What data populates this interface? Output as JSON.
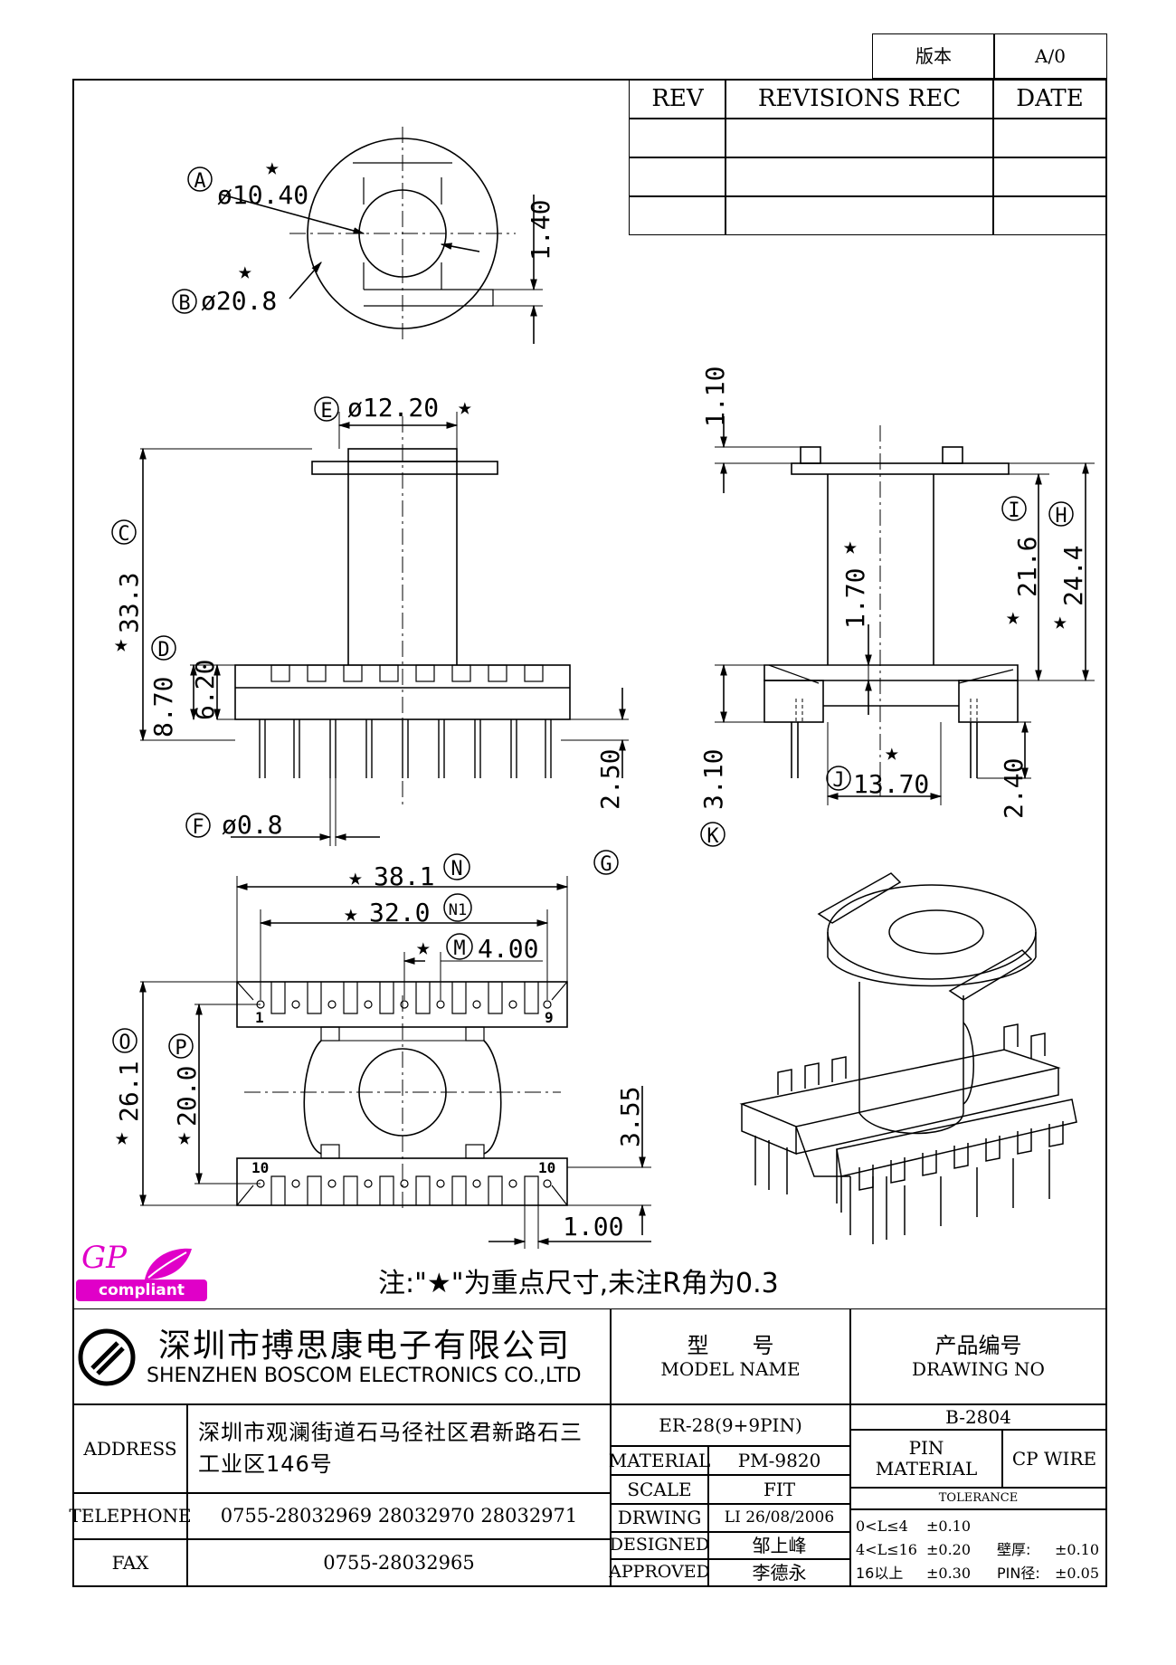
{
  "version_box": {
    "label": "版本",
    "value": "A/0"
  },
  "revisions": {
    "headers": [
      "REV",
      "REVISIONS REC",
      "DATE"
    ],
    "rows": [
      [
        "",
        "",
        ""
      ],
      [
        "",
        "",
        ""
      ],
      [
        "",
        "",
        ""
      ]
    ]
  },
  "dims": {
    "A_label": "A",
    "A_text": "ø10.40",
    "B_label": "B",
    "B_text": "ø20.8",
    "top_h": "1.40",
    "E_label": "E",
    "E_text": "ø12.20",
    "C_label": "C",
    "C_text": "33.3",
    "D_label": "D",
    "D_text": "8.70",
    "d2_text": "6.20",
    "F_label": "F",
    "F_text": "ø0.8",
    "G_label": "G",
    "G_text": "2.50",
    "side_top": "1.10",
    "I_label": "I",
    "I_text": "21.6",
    "H_label": "H",
    "H_text": "24.4",
    "mid_text": "1.70",
    "K_label": "K",
    "K_text": "3.10",
    "J_label": "J",
    "J_text": "13.70",
    "side_pin": "2.40",
    "N_label": "N",
    "N_text": "38.1",
    "N1_label": "N1",
    "N1_text": "32.0",
    "M_label": "M",
    "M_text": "4.00",
    "O_label": "O",
    "O_text": "26.1",
    "P_label": "P",
    "P_text": "20.0",
    "slot_text": "3.55",
    "edge_text": "1.00",
    "pin1": "1",
    "pin9": "9",
    "pin10a": "10",
    "pin10b": "10",
    "star": "★"
  },
  "note": "注:\"★\"为重点尺寸,未注R角为0.3",
  "logo": {
    "gp": "GP",
    "compliant": "compliant"
  },
  "company": {
    "name_cn": "深圳市搏思康电子有限公司",
    "name_en": "SHENZHEN BOSCOM ELECTRONICS CO.,LTD"
  },
  "title_block": {
    "model_label_cn": "型　　号",
    "model_label_en": "MODEL NAME",
    "drawing_label_cn": "产品编号",
    "drawing_label_en": "DRAWING NO",
    "model_value": "ER-28(9+9PIN)",
    "drawing_value": "B-2804",
    "address_label": "ADDRESS",
    "address_value": "深圳市观澜街道石马径社区君新路石三工业区146号",
    "telephone_label": "TELEPHONE",
    "telephone_value": "0755-28032969 28032970 28032971",
    "fax_label": "FAX",
    "fax_value": "0755-28032965",
    "material_label": "MATERIAL",
    "material_value": "PM-9820",
    "scale_label": "SCALE",
    "scale_value": "FIT",
    "drwing_label": "DRWING",
    "drwing_value": "LI 26/08/2006",
    "designed_label": "DESIGNED",
    "designed_value": "邹上峰",
    "approved_label": "APPROVED",
    "approved_value": "李德永",
    "pin_material_label": "PIN MATERIAL",
    "pin_material_value": "CP WIRE",
    "tolerance_label": "TOLERANCE",
    "tolerance_rows": [
      [
        "0<L≤4",
        "±0.10",
        "",
        ""
      ],
      [
        "4<L≤16",
        "±0.20",
        "壁厚:",
        "±0.10"
      ],
      [
        "16以上",
        "±0.30",
        "PIN径:",
        "±0.05"
      ]
    ]
  }
}
